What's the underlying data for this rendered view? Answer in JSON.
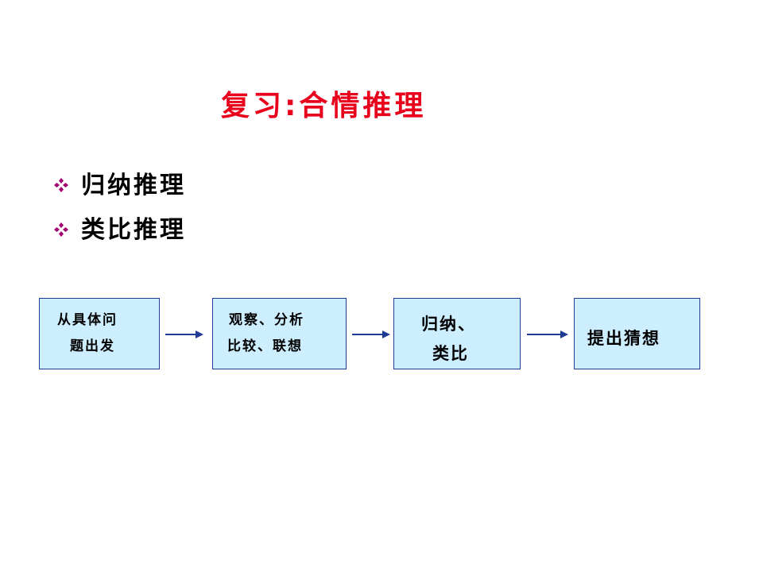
{
  "title": "复习:合情推理",
  "bullets": [
    {
      "icon": "diamond-bullet-icon",
      "text": "归纳推理"
    },
    {
      "icon": "diamond-bullet-icon",
      "text": "类比推理"
    }
  ],
  "flow": {
    "steps": [
      {
        "lines": [
          "从具体问",
          "题出发"
        ]
      },
      {
        "lines": [
          "观察、分析",
          "比较、联想"
        ]
      },
      {
        "lines": [
          "归纳、",
          "类比"
        ]
      },
      {
        "lines": [
          "提出猜想"
        ]
      }
    ]
  },
  "colors": {
    "title": "#e8001c",
    "bullet": "#a0006e",
    "box_fill": "#cdeefe",
    "box_border": "#1f3a93",
    "arrow": "#1f3a93"
  }
}
